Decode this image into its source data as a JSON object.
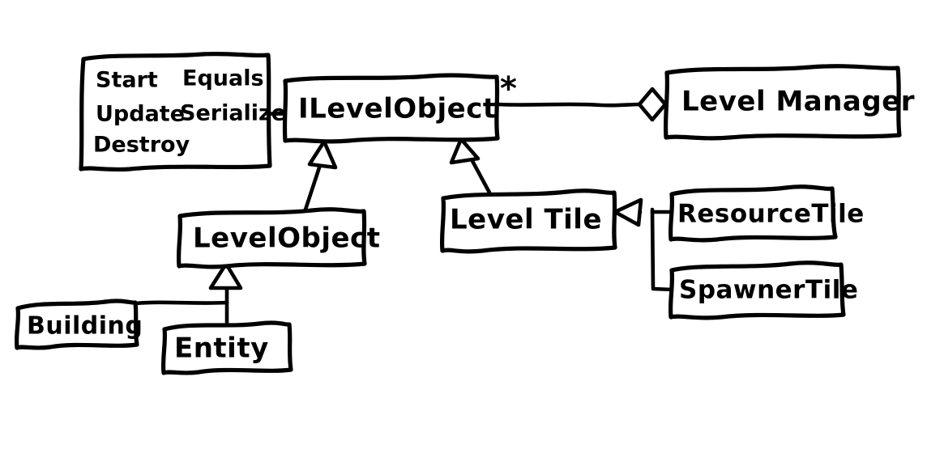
{
  "diagram": {
    "title": "Level system UML class diagram",
    "style": "hand-drawn-sketch",
    "stroke_color": "#000000",
    "background_color": "#ffffff"
  },
  "nodes": {
    "methods_box": {
      "name": "methods-box",
      "lines": [
        "Start",
        "Equals",
        "Update",
        "Serialize",
        "Destroy"
      ],
      "col_left": [
        "Start",
        "Update",
        "Destroy"
      ],
      "col_right": [
        "Equals",
        "Serialize"
      ]
    },
    "ilevelobject": {
      "label": "ILevelObject"
    },
    "levelmanager": {
      "label": "Level Manager"
    },
    "levelobject": {
      "label": "LevelObject"
    },
    "leveltile": {
      "label": "Level Tile"
    },
    "resourcetile": {
      "label": "ResourceTile"
    },
    "spawnertile": {
      "label": "SpawnerTile"
    },
    "building": {
      "label": "Building"
    },
    "entity": {
      "label": "Entity"
    }
  },
  "edges": {
    "multiplicity_star": "*",
    "aggregation": {
      "name": "levelmanager-aggregates-ilevelobject",
      "from": "Level Manager",
      "to": "ILevelObject",
      "marker": "open-diamond",
      "multiplicity": "*"
    },
    "inheritances": [
      {
        "from": "LevelObject",
        "to": "ILevelObject",
        "marker": "hollow-triangle"
      },
      {
        "from": "Level Tile",
        "to": "ILevelObject",
        "marker": "hollow-triangle"
      },
      {
        "from": "Entity",
        "to": "LevelObject",
        "marker": "hollow-triangle"
      },
      {
        "from": "Building",
        "to": "LevelObject",
        "marker": "hollow-triangle"
      },
      {
        "from": "ResourceTile",
        "to": "Level Tile",
        "marker": "hollow-triangle"
      },
      {
        "from": "SpawnerTile",
        "to": "Level Tile",
        "marker": "hollow-triangle"
      }
    ],
    "association": {
      "name": "methods-to-ilevelobject",
      "from": "methods-box",
      "to": "ILevelObject",
      "marker": "plain-line"
    }
  }
}
